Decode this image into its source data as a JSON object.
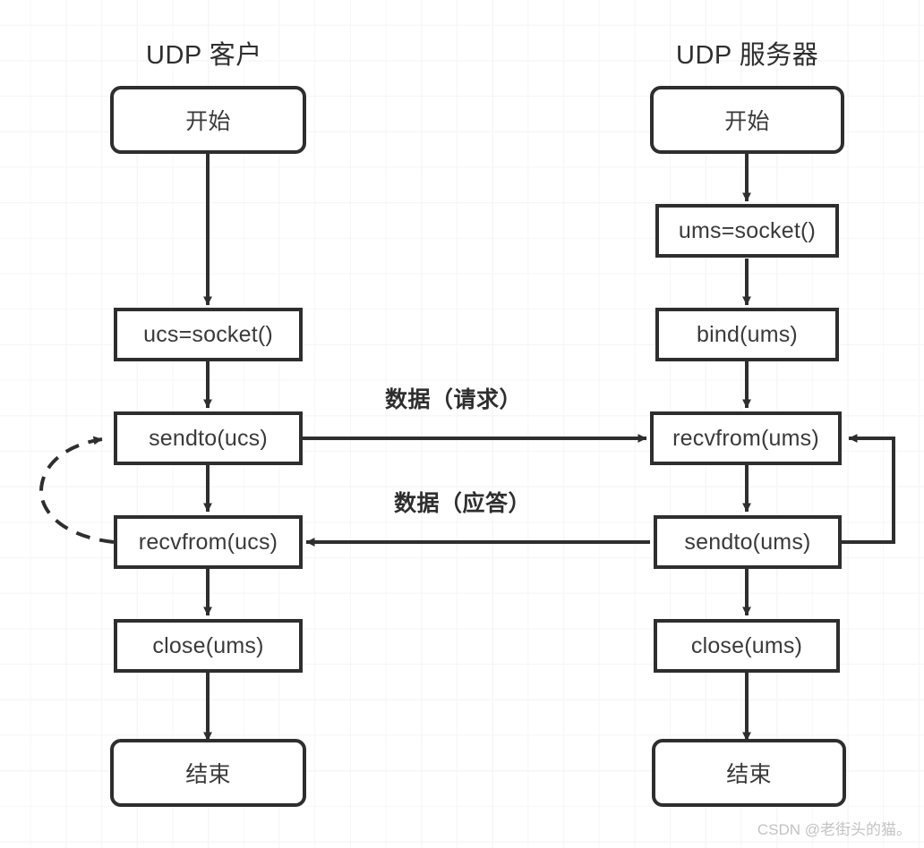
{
  "diagram": {
    "title_client": "UDP 客户",
    "title_server": "UDP 服务器",
    "columns": [
      {
        "id": "client",
        "title": "UDP 客户",
        "nodes": [
          {
            "id": "client-start",
            "label": "开始",
            "shape": "terminal"
          },
          {
            "id": "client-socket",
            "label": "ucs=socket()",
            "shape": "process"
          },
          {
            "id": "client-sendto",
            "label": "sendto(ucs)",
            "shape": "process"
          },
          {
            "id": "client-recvfrom",
            "label": "recvfrom(ucs)",
            "shape": "process"
          },
          {
            "id": "client-close",
            "label": "close(ums)",
            "shape": "process"
          },
          {
            "id": "client-end",
            "label": "结束",
            "shape": "terminal"
          }
        ]
      },
      {
        "id": "server",
        "title": "UDP 服务器",
        "nodes": [
          {
            "id": "server-start",
            "label": "开始",
            "shape": "terminal"
          },
          {
            "id": "server-socket",
            "label": "ums=socket()",
            "shape": "process"
          },
          {
            "id": "server-bind",
            "label": "bind(ums)",
            "shape": "process"
          },
          {
            "id": "server-recvfrom",
            "label": "recvfrom(ums)",
            "shape": "process"
          },
          {
            "id": "server-sendto",
            "label": "sendto(ums)",
            "shape": "process"
          },
          {
            "id": "server-close",
            "label": "close(ums)",
            "shape": "process"
          },
          {
            "id": "server-end",
            "label": "结束",
            "shape": "terminal"
          }
        ]
      }
    ],
    "edge_labels": {
      "request": "数据（请求）",
      "response": "数据（应答）"
    },
    "colors": {
      "stroke": "#2e2e2e",
      "node_fill": "#ffffff",
      "text": "#3a3a3a",
      "grid": "#f0f0f0",
      "watermark": "#c3c3c3"
    },
    "watermark": "CSDN @老街头的猫。"
  }
}
